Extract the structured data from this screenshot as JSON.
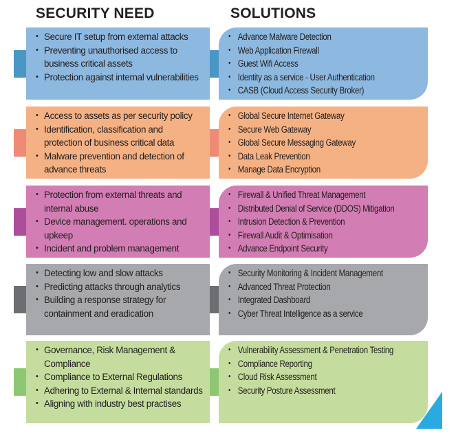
{
  "headers": {
    "left": "SECURITY NEED",
    "right": "SOLUTIONS"
  },
  "rows": [
    {
      "color": "#8db8df",
      "tab": "#4a96c4",
      "needs": [
        "Secure IT setup from external attacks",
        "Preventing unauthorised access to business critical assets",
        "Protection against internal vulnerabilities"
      ],
      "solutions": [
        "Advance  Malware Detection",
        "Web Application Firewall",
        "Guest Wifi Access",
        "Identity as a service - User Authentication",
        "CASB (Cloud Access Security Broker)"
      ]
    },
    {
      "color": "#f4b183",
      "tab": "#ef8a76",
      "needs": [
        "Access to assets as per security policy",
        "Identification, classification and protection of business critical data",
        "Malware prevention and detection of advance threats"
      ],
      "solutions": [
        "Global Secure Internet Gateway",
        "Secure Web Gateway",
        "Global Secure Messaging Gateway",
        "Data Leak Prevention",
        "Manage Data Encryption"
      ]
    },
    {
      "color": "#d27db3",
      "tab": "#ad4e9c",
      "needs": [
        "Protection from external threats and internal abuse",
        "Device management. operations and upkeep",
        "Incident and problem management"
      ],
      "solutions": [
        "Firewall & Unified Threat Management",
        "Distributed Denial of Service (DDOS) Mitigation",
        "Intrusion Detection & Prevention",
        "Firewall Audit & Optimisation",
        "Advance Endpoint Security"
      ]
    },
    {
      "color": "#a7a8ab",
      "tab": "#6d6e71",
      "needs": [
        "Detecting low and slow attacks",
        "Predicting attacks through analytics",
        "Building a response strategy for containment and eradication"
      ],
      "solutions": [
        "Security Monitoring &  Incident Management",
        "Advanced Threat Protection",
        "Integrated Dashboard",
        "Cyber Threat Intelligence as a service"
      ]
    },
    {
      "color": "#c4dd9e",
      "tab": "#8dc771",
      "needs": [
        "Governance, Risk Management & Compliance",
        "Compliance to External Regulations",
        "Adhering to External & Internal standards",
        "Aligning with industry best practises"
      ],
      "solutions": [
        "Vulnerability Assessment & Penetration Testing",
        "Compliance Reporting",
        "Cloud Risk Assessment",
        "Security Posture Assessment"
      ]
    }
  ]
}
